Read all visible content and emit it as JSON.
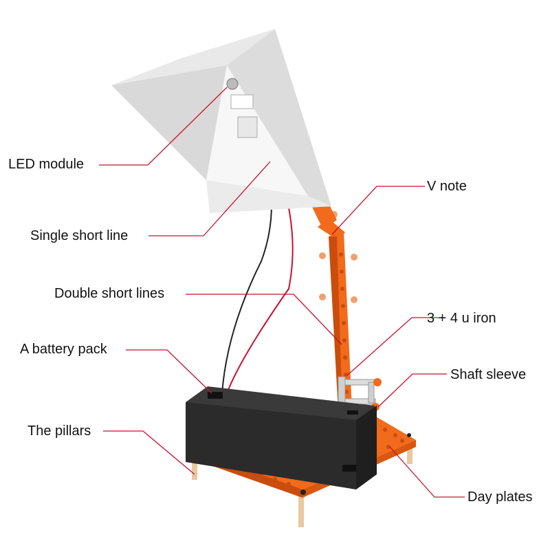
{
  "labels": {
    "led_module": "LED module",
    "single_short_line": "Single short line",
    "double_short_lines": "Double short lines",
    "battery_pack": "A battery pack",
    "pillars": "The pillars",
    "v_note": "V note",
    "u_iron": "3 + 4 u iron",
    "shaft_sleeve": "Shaft sleeve",
    "day_plates": "Day plates"
  },
  "colors": {
    "leader_line": "#c8102e",
    "orange_part": "#f26a1b",
    "orange_dark": "#c94d0c",
    "shade_white": "#f4f4f4",
    "shade_grey": "#d9d9d9",
    "battery_black": "#2b2b2b",
    "pillar_tan": "#e8c9a0"
  }
}
